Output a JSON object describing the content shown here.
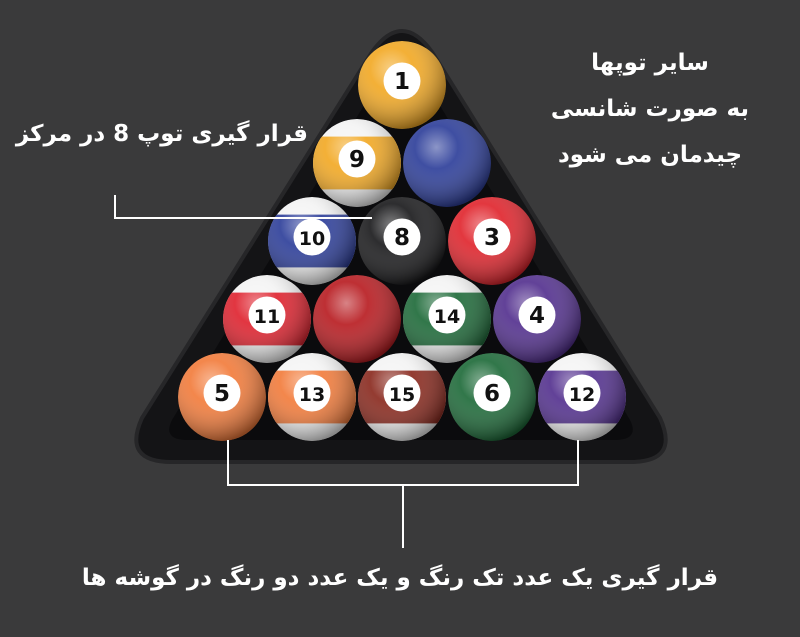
{
  "annotations": {
    "center_rule": "قرار گیری توپ 8 در مرکز",
    "random_others_lines": [
      "سایر توپها",
      "به صورت شانسی",
      "چیدمان می شود"
    ],
    "corner_rule": "قرار گیری یک عدد تک رنگ و یک عدد دو رنگ در گوشه ها"
  },
  "balls": [
    {
      "row": 0,
      "col": 0,
      "number": "1",
      "color": "#f2a925",
      "style": "solid"
    },
    {
      "row": 1,
      "col": 0,
      "number": "9",
      "color": "#f2a925",
      "style": "stripe"
    },
    {
      "row": 1,
      "col": 1,
      "number": "",
      "color": "#2e3f9a",
      "style": "solid"
    },
    {
      "row": 2,
      "col": 0,
      "number": "10",
      "color": "#2e3f9a",
      "style": "stripe"
    },
    {
      "row": 2,
      "col": 1,
      "number": "8",
      "color": "#1b1b1d",
      "style": "solid"
    },
    {
      "row": 2,
      "col": 2,
      "number": "3",
      "color": "#e0262e",
      "style": "solid"
    },
    {
      "row": 3,
      "col": 0,
      "number": "11",
      "color": "#df2430",
      "style": "stripe"
    },
    {
      "row": 3,
      "col": 1,
      "number": "",
      "color": "#b81d22",
      "style": "solid"
    },
    {
      "row": 3,
      "col": 2,
      "number": "14",
      "color": "#1f6b3a",
      "style": "stripe"
    },
    {
      "row": 3,
      "col": 3,
      "number": "4",
      "color": "#54318f",
      "style": "solid"
    },
    {
      "row": 4,
      "col": 0,
      "number": "5",
      "color": "#f27c3c",
      "style": "solid"
    },
    {
      "row": 4,
      "col": 1,
      "number": "13",
      "color": "#f27c3c",
      "style": "stripe"
    },
    {
      "row": 4,
      "col": 2,
      "number": "15",
      "color": "#8a2a1f",
      "style": "stripe"
    },
    {
      "row": 4,
      "col": 3,
      "number": "6",
      "color": "#1f6b3a",
      "style": "solid"
    },
    {
      "row": 4,
      "col": 4,
      "number": "12",
      "color": "#54318f",
      "style": "stripe"
    }
  ],
  "colors": {
    "background": "#3a3a3b",
    "rack": "#141416",
    "rack_edge": "#2a2a2c",
    "line": "#ffffff"
  }
}
